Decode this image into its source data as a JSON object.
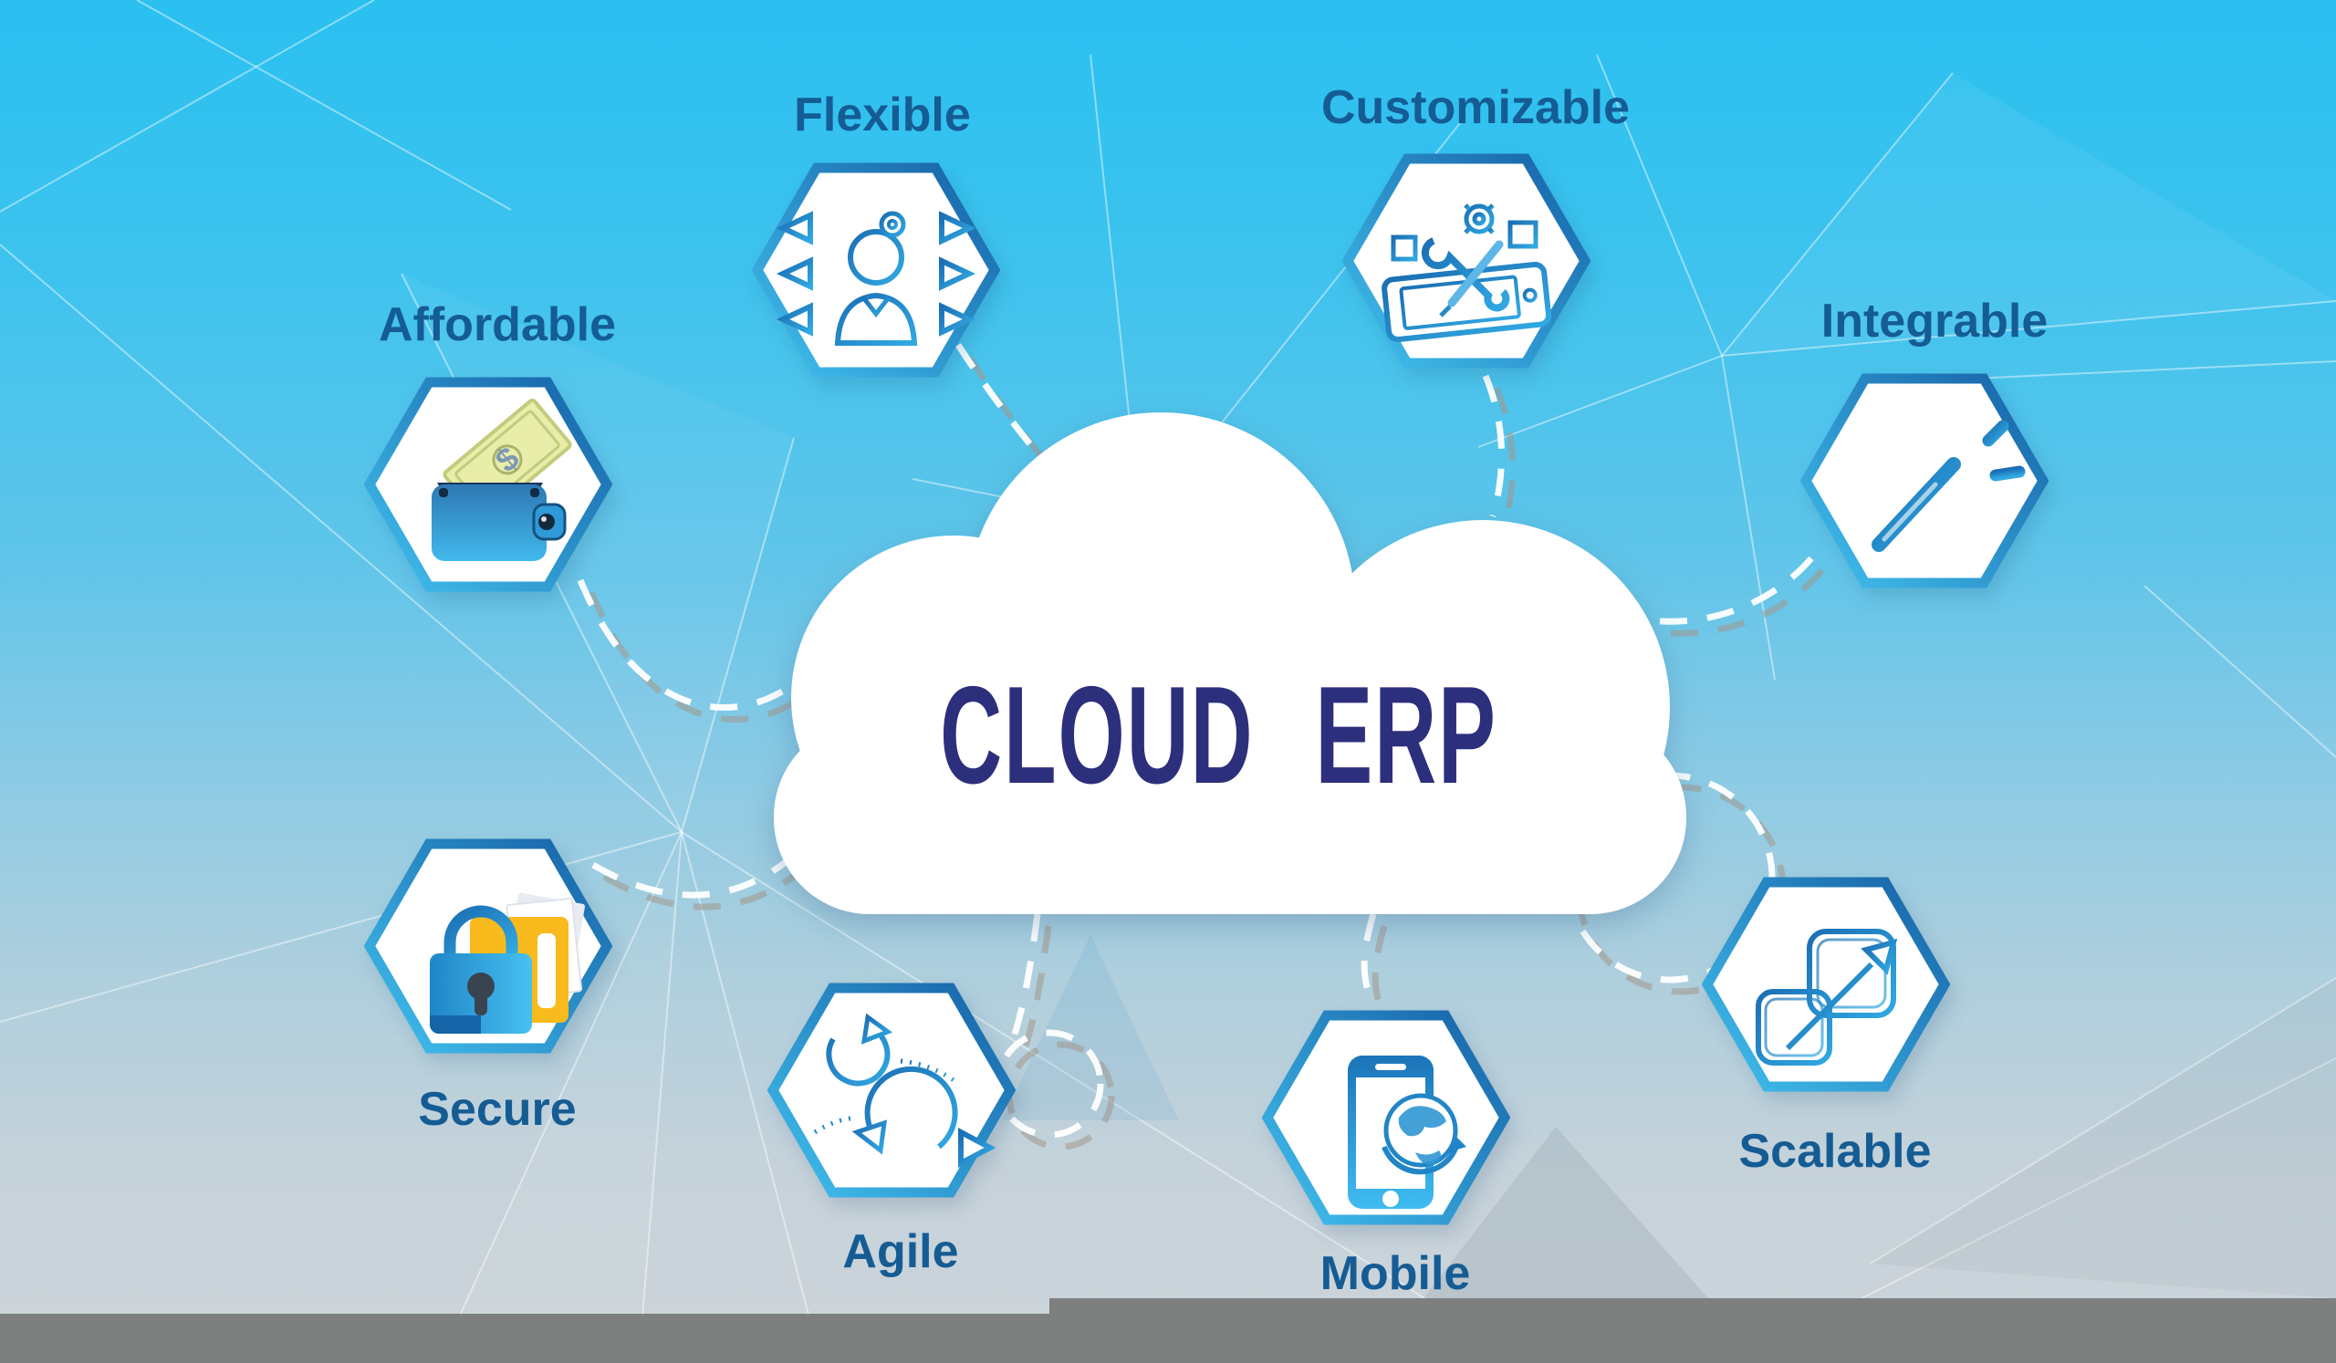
{
  "title": {
    "text": "CLOUD ERP",
    "words": [
      "CLOUD",
      "ERP"
    ],
    "color": "#2c2f7c"
  },
  "features": [
    {
      "id": "flexible",
      "label": "Flexible",
      "icon": "person-flex-arrows-icon",
      "label_position": "above"
    },
    {
      "id": "customizable",
      "label": "Customizable",
      "icon": "tablet-tools-icon",
      "label_position": "above"
    },
    {
      "id": "affordable",
      "label": "Affordable",
      "icon": "wallet-money-icon",
      "label_position": "above"
    },
    {
      "id": "integrable",
      "label": "Integrable",
      "icon": "magic-wand-icon",
      "label_position": "above"
    },
    {
      "id": "secure",
      "label": "Secure",
      "icon": "padlock-folder-icon",
      "label_position": "below"
    },
    {
      "id": "agile",
      "label": "Agile",
      "icon": "scrum-loop-icon",
      "label_position": "below"
    },
    {
      "id": "mobile",
      "label": "Mobile",
      "icon": "smartphone-globe-icon",
      "label_position": "below"
    },
    {
      "id": "scalable",
      "label": "Scalable",
      "icon": "expand-arrows-icon",
      "label_position": "below"
    }
  ],
  "colors": {
    "background_top": "#2ac0f0",
    "background_bottom": "#cdd4d9",
    "hexagon_fill": "#ffffff",
    "hexagon_border_light": "#41c0ee",
    "hexagon_border_dark": "#1661a6",
    "label_text": "#155c94",
    "title_text": "#2c2f7c",
    "connector_dash": "#ffffff",
    "connector_shadow": "#a2978b",
    "footer_bar": "#7e807f"
  }
}
